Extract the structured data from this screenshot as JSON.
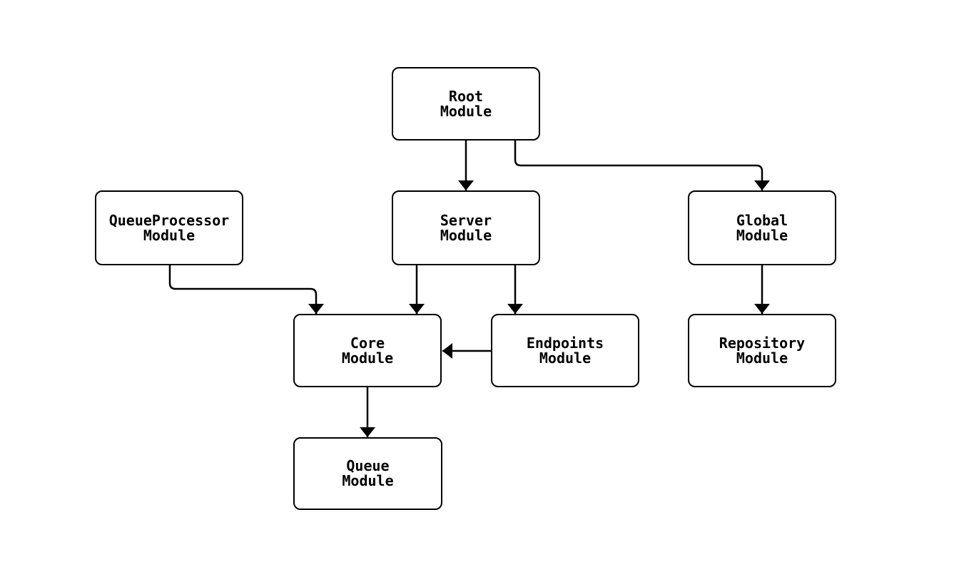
{
  "diagram": {
    "type": "flowchart",
    "direction": "top-down",
    "colors": {
      "background": "#ffffff",
      "node_fill": "#ffffff",
      "node_border": "#000000",
      "edge_stroke": "#000000",
      "text": "#000000"
    },
    "nodes": {
      "root": {
        "label": "Root\nModule"
      },
      "queueprocessor": {
        "label": "QueueProcessor\nModule"
      },
      "server": {
        "label": "Server\nModule"
      },
      "global": {
        "label": "Global\nModule"
      },
      "core": {
        "label": "Core\nModule"
      },
      "endpoints": {
        "label": "Endpoints\nModule"
      },
      "repository": {
        "label": "Repository\nModule"
      },
      "queue": {
        "label": "Queue\nModule"
      }
    },
    "edges": [
      {
        "from": "root",
        "to": "server",
        "style": "arrow"
      },
      {
        "from": "root",
        "to": "global",
        "style": "arrow"
      },
      {
        "from": "queueprocessor",
        "to": "core",
        "style": "arrow"
      },
      {
        "from": "server",
        "to": "core",
        "style": "arrow"
      },
      {
        "from": "server",
        "to": "endpoints",
        "style": "arrow"
      },
      {
        "from": "endpoints",
        "to": "core",
        "style": "arrow"
      },
      {
        "from": "global",
        "to": "repository",
        "style": "arrow"
      },
      {
        "from": "core",
        "to": "queue",
        "style": "arrow"
      }
    ]
  }
}
